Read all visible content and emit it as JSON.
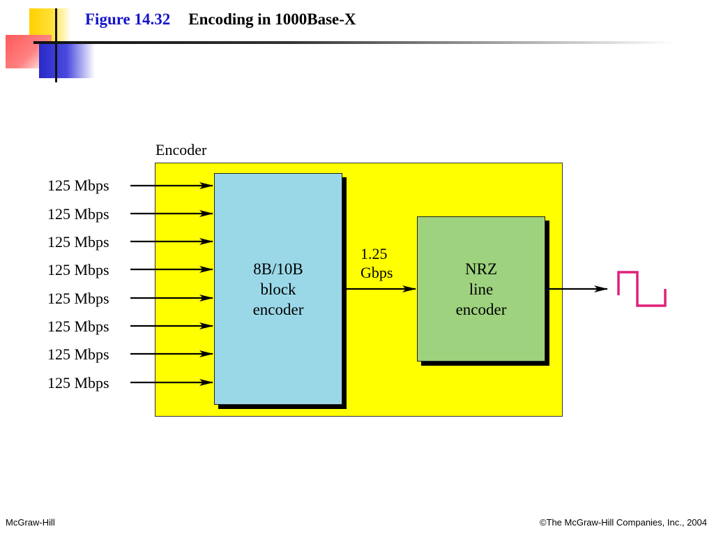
{
  "header": {
    "figure_number": "Figure 14.32",
    "title": "Encoding in 1000Base-X"
  },
  "diagram": {
    "encoder_label": "Encoder",
    "input_rates": [
      "125 Mbps",
      "125 Mbps",
      "125 Mbps",
      "125 Mbps",
      "125 Mbps",
      "125 Mbps",
      "125 Mbps",
      "125 Mbps"
    ],
    "block_encoder": {
      "line1": "8B/10B",
      "line2": "block",
      "line3": "encoder"
    },
    "intermediate_rate": {
      "line1": "1.25",
      "line2": "Gbps"
    },
    "line_encoder": {
      "line1": "NRZ",
      "line2": "line",
      "line3": "encoder"
    },
    "colors": {
      "encoder_bg": "#ffff00",
      "block_encoder_bg": "#9ad8e8",
      "line_encoder_bg": "#9ed27e",
      "signal": "#e0207a"
    }
  },
  "footer": {
    "publisher": "McGraw-Hill",
    "copyright": "©The McGraw-Hill Companies, Inc., 2004"
  }
}
